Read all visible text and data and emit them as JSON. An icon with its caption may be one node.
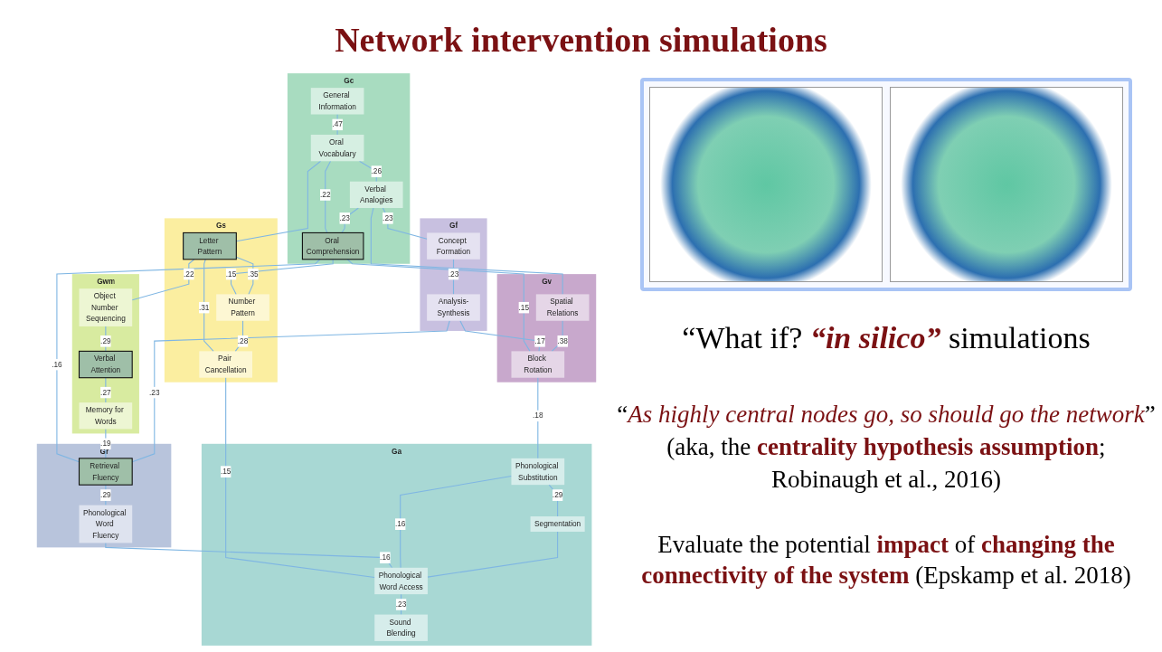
{
  "diagram": {
    "title": "Network intervention simulations",
    "nodes": [
      {
        "text": [
          "Gc"
        ]
      },
      {
        "text": [
          "General Information"
        ],
        "in": 0
      },
      {
        "text": [
          "Oral Vocabulary"
        ],
        "in": 0
      },
      {
        "text": [
          "Oral Comprehension"
        ],
        "in": 0
      },
      {
        "text": [
          "Verbal Analogies"
        ],
        "in": 0
      },
      {
        "text": [
          "Gs"
        ]
      },
      {
        "text": [
          "Letter Pattern"
        ],
        "in": 5
      },
      {
        "text": [
          "Number Pattern"
        ],
        "in": 5
      },
      {
        "text": [
          "Pair Cancellation"
        ],
        "in": 5
      },
      {
        "text": [
          "Gwm"
        ]
      },
      {
        "text": [
          "Object Number Sequencing"
        ],
        "in": 9
      },
      {
        "text": [
          "Verbal Attention"
        ],
        "in": 9
      },
      {
        "text": [
          "Memory for Words"
        ],
        "in": 9
      },
      {
        "text": [
          "Gf"
        ]
      },
      {
        "text": [
          "Concept Formation"
        ],
        "in": 13
      },
      {
        "text": [
          "Analysis-Synthesis"
        ],
        "in": 13
      },
      {
        "text": [
          "Gr"
        ]
      },
      {
        "text": [
          "Retrieval Fluency"
        ],
        "in": 16
      },
      {
        "text": [
          "Phonological Word Fluency"
        ],
        "in": 16
      },
      {
        "text": [
          "Gv"
        ]
      },
      {
        "text": [
          "Spatial Relations"
        ],
        "in": 19
      },
      {
        "text": [
          "Block Rotation"
        ],
        "in": 19
      },
      {
        "text": [
          "Ga"
        ]
      },
      {
        "text": [
          "Sound Blending"
        ],
        "in": 22
      },
      {
        "text": [
          "Phonological Word Access"
        ],
        "in": 22
      },
      {
        "text": [
          "Phonological Substitution"
        ],
        "in": 22
      },
      {
        "text": [
          "Segmentation"
        ],
        "in": 22
      },
      {
        "text": [],
        "shape": "picture"
      },
      {
        "text": [],
        "shape": "picture"
      }
    ],
    "edges": [
      {
        "from": 1,
        "to": 2,
        "arrow": "none",
        "label": ".47"
      },
      {
        "from": 2,
        "to": 4,
        "arrow": "none",
        "label": ".26"
      },
      {
        "from": 2,
        "to": 3,
        "arrow": "none",
        "label": ".22"
      },
      {
        "from": 4,
        "to": 3,
        "arrow": "none",
        "label": ".23"
      },
      {
        "from": 2,
        "to": 6,
        "arrow": "none"
      },
      {
        "from": 3,
        "to": 7,
        "arrow": "none",
        "label": ".15"
      },
      {
        "from": 6,
        "to": 7,
        "arrow": "none",
        "label": ".35"
      },
      {
        "from": 6,
        "to": 8,
        "arrow": "none",
        "label": ".31"
      },
      {
        "from": 7,
        "to": 8,
        "arrow": "none",
        "label": ".28"
      },
      {
        "from": 6,
        "to": 10,
        "arrow": "none",
        "label": ".22"
      },
      {
        "from": 8,
        "to": 24,
        "arrow": "none",
        "label": ".15"
      },
      {
        "from": 3,
        "to": 17,
        "arrow": "none",
        "label": ".16"
      },
      {
        "from": 3,
        "to": 21,
        "arrow": "none",
        "label": ".15"
      },
      {
        "from": 10,
        "to": 11,
        "arrow": "none",
        "label": ".29"
      },
      {
        "from": 11,
        "to": 12,
        "arrow": "none",
        "label": ".27"
      },
      {
        "from": 12,
        "to": 17,
        "arrow": "none",
        "label": ".19"
      },
      {
        "from": 4,
        "to": 14,
        "arrow": "none",
        "label": ".23"
      },
      {
        "from": 4,
        "to": 20,
        "arrow": "none"
      },
      {
        "from": 14,
        "to": 15,
        "arrow": "none",
        "label": ".23"
      },
      {
        "from": 15,
        "to": 17,
        "arrow": "none",
        "label": ".23"
      },
      {
        "from": 15,
        "to": 21,
        "arrow": "none",
        "label": ".17"
      },
      {
        "from": 17,
        "to": 18,
        "arrow": "none",
        "label": ".29"
      },
      {
        "from": 18,
        "to": 24,
        "arrow": "none",
        "label": ".16"
      },
      {
        "from": 20,
        "to": 21,
        "arrow": "none",
        "label": ".38"
      },
      {
        "from": 21,
        "to": 25,
        "arrow": "none",
        "label": ".18"
      },
      {
        "from": 24,
        "to": 23,
        "arrow": "none",
        "label": ".23"
      },
      {
        "from": 25,
        "to": 24,
        "arrow": "none",
        "label": ".16"
      },
      {
        "from": 25,
        "to": 26,
        "arrow": "none",
        "label": ".29"
      },
      {
        "from": 26,
        "to": 24,
        "arrow": "none"
      }
    ],
    "labels": [
      "“What if? **“in silico”** simulations",
      "“*As highly central nodes go, so should go the network*” (aka, the **centrality hypothesis assumption**; Robinaugh et al., 2016)",
      "Evaluate the potential **impact** of **changing the connectivity of the system** (Epskamp et al. 2018)"
    ]
  }
}
